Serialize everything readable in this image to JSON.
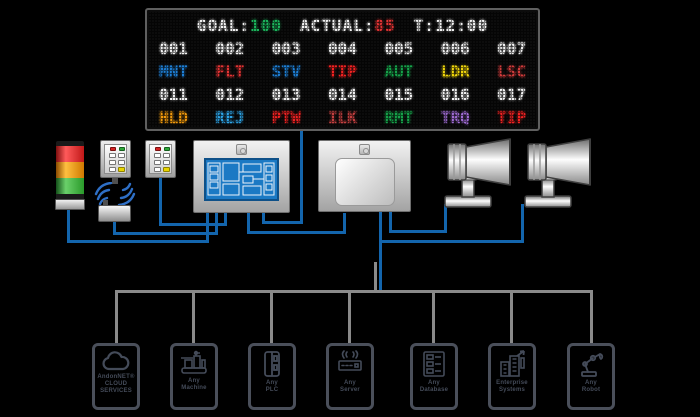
{
  "board": {
    "header": [
      {
        "text": "GOAL:",
        "color": "#f2f2f2"
      },
      {
        "text": "100",
        "color": "#1cb45c"
      },
      {
        "text": "ACTUAL:",
        "color": "#f2f2f2"
      },
      {
        "text": "85",
        "color": "#e23434"
      },
      {
        "text": "T:12:00",
        "color": "#f2f2f2"
      }
    ],
    "station_color": "#f2f2f2",
    "columns": [
      {
        "id1": "001",
        "code1": "MNT",
        "color1": "#1e7fd6",
        "id2": "011",
        "code2": "HLD",
        "color2": "#f29a0c"
      },
      {
        "id1": "002",
        "code1": "FLT",
        "color1": "#e23434",
        "id2": "012",
        "code2": "REJ",
        "color2": "#2da5e8"
      },
      {
        "id1": "003",
        "code1": "STV",
        "color1": "#1e7fd6",
        "id2": "013",
        "code2": "PTW",
        "color2": "#f22222"
      },
      {
        "id1": "004",
        "code1": "TIP",
        "color1": "#f22222",
        "id2": "014",
        "code2": "ILK",
        "color2": "#c44040"
      },
      {
        "id1": "005",
        "code1": "AUT",
        "color1": "#16a34a",
        "id2": "015",
        "code2": "RMT",
        "color2": "#16a34a"
      },
      {
        "id1": "006",
        "code1": "LDR",
        "color1": "#f0d60c",
        "id2": "016",
        "code2": "TRQ",
        "color2": "#a06cd5"
      },
      {
        "id1": "007",
        "code1": "LSC",
        "color1": "#cf3b3b",
        "id2": "017",
        "code2": "TIP",
        "color2": "#f22222"
      }
    ]
  },
  "nodes": [
    {
      "line1": "AndonNET®",
      "line2": "CLOUD",
      "line3": "SERVICES"
    },
    {
      "line1": "Any",
      "line2": "Machine",
      "line3": ""
    },
    {
      "line1": "Any",
      "line2": "PLC",
      "line3": ""
    },
    {
      "line1": "Any",
      "line2": "Server",
      "line3": ""
    },
    {
      "line1": "Any",
      "line2": "Database",
      "line3": ""
    },
    {
      "line1": "Enterprise",
      "line2": "Systems",
      "line3": ""
    },
    {
      "line1": "Any",
      "line2": "Robot",
      "line3": ""
    }
  ],
  "colors": {
    "wire": "#1365ad",
    "bus": "#8a8a8a",
    "stack_red": "#d92626",
    "stack_orange": "#f08c00",
    "stack_green": "#35a835"
  }
}
